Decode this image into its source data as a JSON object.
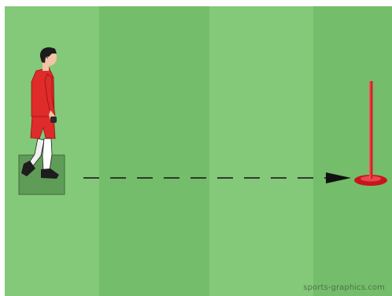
{
  "diagram": {
    "elements": [
      "player-red-kit",
      "start-square",
      "dashed-arrow",
      "red-pole-with-base"
    ]
  },
  "colors": {
    "stripe_light": "#84c879",
    "stripe_dark": "#74bd6a",
    "square_fill": "#5f9c58",
    "kit_red": "#e02b2b",
    "pole_red": "#d8202a",
    "arrow": "#111111"
  },
  "watermark": {
    "text": "sports-graphics.com"
  }
}
